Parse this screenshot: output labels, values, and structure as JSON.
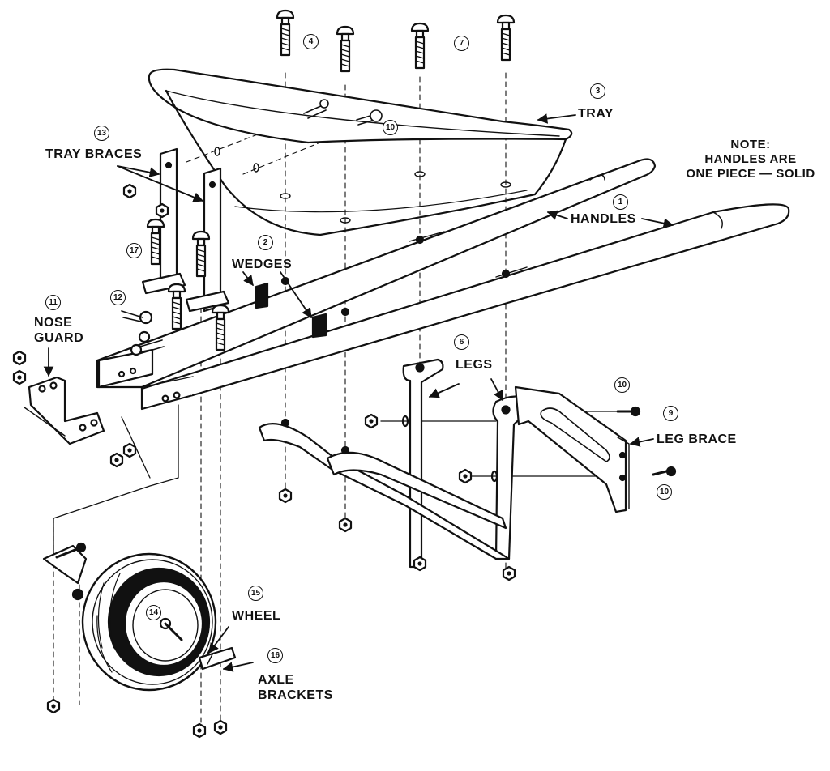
{
  "labels": {
    "tray": "TRAY",
    "tray_braces": "TRAY BRACES",
    "wedges": "WEDGES",
    "handles": "HANDLES",
    "nose_guard_1": "NOSE",
    "nose_guard_2": "GUARD",
    "legs": "LEGS",
    "leg_brace": "LEG BRACE",
    "wheel": "WHEEL",
    "axle_brackets_1": "AXLE",
    "axle_brackets_2": "BRACKETS"
  },
  "note": {
    "title": "NOTE:",
    "line1": "HANDLES ARE",
    "line2": "ONE PIECE — SOLID"
  },
  "callouts": {
    "handles": "1",
    "wedges": "2",
    "tray": "3",
    "tray_bolts_a": "4",
    "legs": "6",
    "tray_bolts_b": "7",
    "leg_brace": "9",
    "bolt_a": "10",
    "bolt_b": "10",
    "bolt_c": "10",
    "nose_guard": "11",
    "nose_hardware": "12",
    "tray_braces": "13",
    "hub": "14",
    "wheel": "15",
    "axle_brackets": "16",
    "brace_bolts": "17"
  },
  "colors": {
    "ink": "#111111",
    "paper": "#ffffff"
  }
}
